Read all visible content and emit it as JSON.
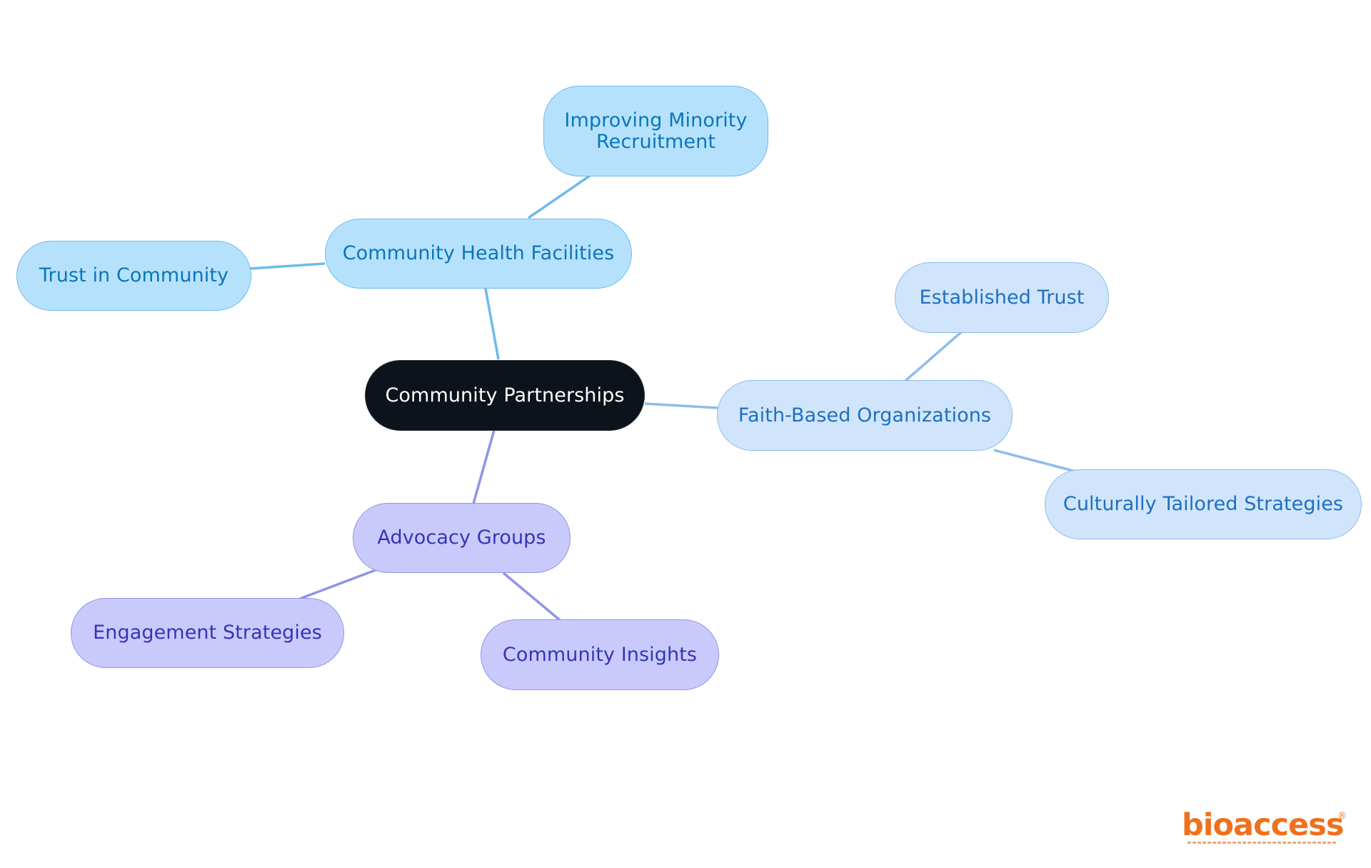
{
  "diagram": {
    "root": {
      "label": "Community Partnerships"
    },
    "branches": {
      "health": {
        "label": "Community Health Facilities",
        "children": {
          "recruitment": "Improving Minority\nRecruitment",
          "trust": "Trust in Community"
        }
      },
      "faith": {
        "label": "Faith-Based Organizations",
        "children": {
          "established": "Established Trust",
          "cultural": "Culturally Tailored Strategies"
        }
      },
      "advocacy": {
        "label": "Advocacy Groups",
        "children": {
          "engagement": "Engagement Strategies",
          "insights": "Community Insights"
        }
      }
    },
    "colors": {
      "root_fill": "#0c131b",
      "health_fill": "#b6e1fd",
      "faith_fill": "#d0e5fb",
      "advocacy_fill": "#c9cafb",
      "health_line": "#6cbbea",
      "faith_line": "#8dbdea",
      "advocacy_line": "#8f94e6"
    }
  },
  "logo": {
    "text": "bioaccess",
    "mark": "®",
    "color": "#f0701c"
  }
}
